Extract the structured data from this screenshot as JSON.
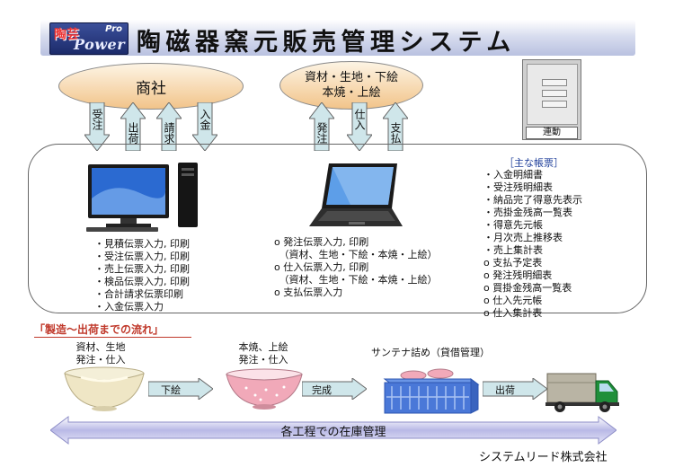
{
  "header": {
    "logo_kanji": "陶芸",
    "logo_pro": "Pro",
    "logo_word": "Power",
    "title": "陶磁器窯元販売管理システム"
  },
  "top": {
    "trading_company": "商社",
    "supplier_line1": "資材・生地・下絵",
    "supplier_line2": "本焼・上絵",
    "arrows_trading": [
      {
        "label": "受注",
        "dir": "down"
      },
      {
        "label": "出荷",
        "dir": "up"
      },
      {
        "label": "請求",
        "dir": "up"
      },
      {
        "label": "入金",
        "dir": "down"
      }
    ],
    "arrows_supplier": [
      {
        "label": "発注",
        "dir": "up"
      },
      {
        "label": "仕入",
        "dir": "down"
      },
      {
        "label": "支払",
        "dir": "up"
      }
    ],
    "link_label": "連動"
  },
  "lists": {
    "desktop": [
      "・見積伝票入力, 印刷",
      "・受注伝票入力, 印刷",
      "・売上伝票入力, 印刷",
      "・検品伝票入力, 印刷",
      "・合計請求伝票印刷",
      "・入金伝票入力"
    ],
    "laptop": [
      "o 発注伝票入力, 印刷",
      "　（資材、生地・下絵・本焼・上絵）",
      "o 仕入伝票入力, 印刷",
      "　（資材、生地・下絵・本焼・上絵）",
      "o 支払伝票入力"
    ],
    "reports_title": "［主な帳票］",
    "reports": [
      "・入金明細書",
      "・受注残明細表",
      "・納品完了得意先表示",
      "・売掛金残高一覧表",
      "・得意先元帳",
      "・月次売上推移表",
      "・売上集計表",
      "o 支払予定表",
      "o 発注残明細表",
      "o 買掛金残高一覧表",
      "o 仕入先元帳",
      "o 仕入集計表"
    ]
  },
  "flow": {
    "title": "「製造～出荷までの流れ」",
    "stage1_l1": "資材、生地",
    "stage1_l2": "発注・仕入",
    "arrow1": "下絵",
    "stage2_l1": "本焼、上絵",
    "stage2_l2": "発注・仕入",
    "arrow2": "完成",
    "stage3": "サンテナ詰め（貸借管理）",
    "arrow3": "出荷",
    "inventory": "各工程での在庫管理"
  },
  "company": "システムリード株式会社",
  "colors": {
    "accent_blue": "#1f3f9a",
    "arrow_fill": "#cfe6ea",
    "oval_fill": "#f2c48a",
    "band_fill": "#b9b9e6",
    "crate_blue": "#4a78d8",
    "flow_title": "#c0392b"
  }
}
